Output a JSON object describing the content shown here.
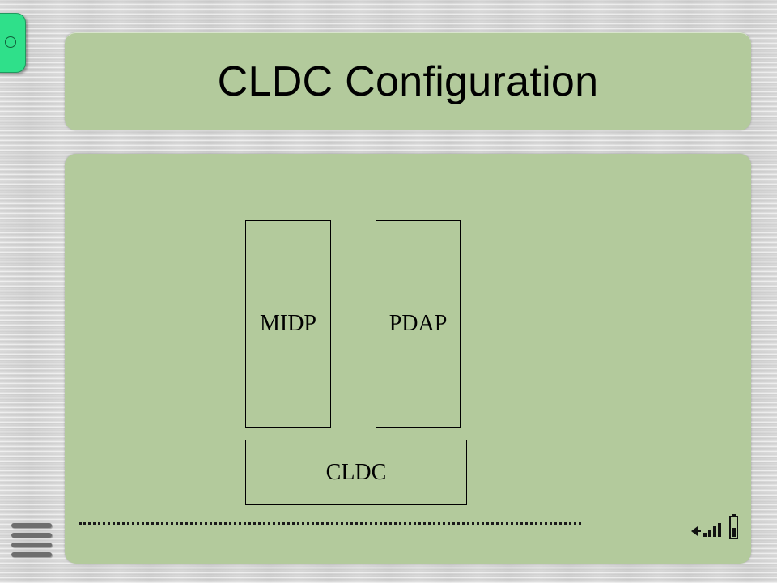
{
  "slide": {
    "title": "CLDC Configuration"
  },
  "diagram": {
    "profiles": [
      {
        "label": "MIDP"
      },
      {
        "label": "PDAP"
      }
    ],
    "configuration": {
      "label": "CLDC"
    }
  },
  "icons": {
    "nav_tab": "circle-icon",
    "menu": "menu-lines-icon",
    "status": "signal-battery-icon"
  },
  "colors": {
    "panel": "#b3ca9c",
    "nav_tab": "#2fe08a",
    "background": "#d9d9d9"
  }
}
